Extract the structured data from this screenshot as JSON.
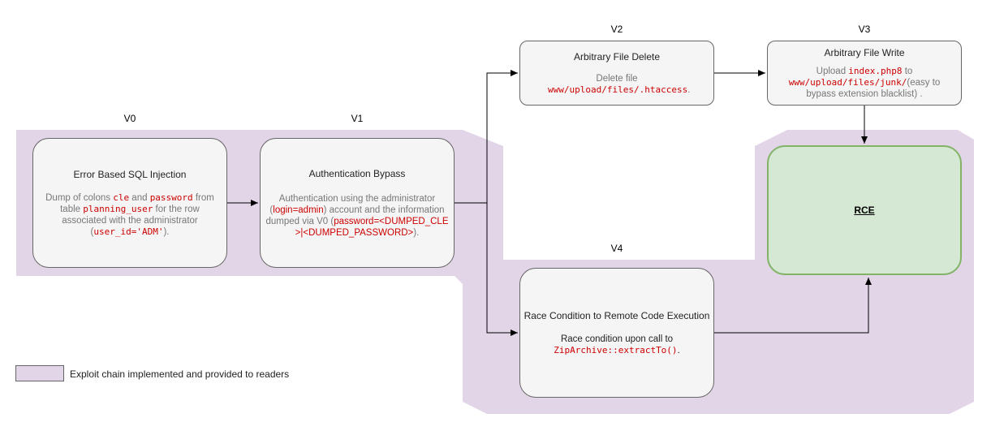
{
  "stages": {
    "v0": "V0",
    "v1": "V1",
    "v2": "V2",
    "v3": "V3",
    "v4": "V4"
  },
  "boxes": {
    "v0": {
      "title": "Error Based SQL Injection",
      "d1": "Dump of colons ",
      "c1": "cle",
      "d2": " and ",
      "c2": "password",
      "d3": " from table ",
      "c3": "planning_user",
      "d4": " for the row associated with the administrator (",
      "c4": "user_id='ADM'",
      "d5": ")."
    },
    "v1": {
      "title": "Authentication Bypass",
      "d1": "Authentication using the administrator (",
      "r1": "login=admin",
      "d2": ") account and the information dumped via V0 (",
      "r2": "password=<DUMPED_CLE>|<DUMPED_PASSWORD>",
      "d3": ")."
    },
    "v2": {
      "title": "Arbitrary File Delete",
      "d1": "Delete file ",
      "c1": "www/upload/files/.htaccess",
      "d2": "."
    },
    "v3": {
      "title": "Arbitrary File Write",
      "d1": "Upload ",
      "c1": "index.php8",
      "d2": " to ",
      "c2": "www/upload/files/junk/",
      "d3": "(easy to bypass extension blacklist) ."
    },
    "v4": {
      "title": "Race Condition to Remote Code Execution",
      "d1": "Race condition upon call to ",
      "c1": "ZipArchive::extractTo()",
      "d2": "."
    },
    "rce": "RCE"
  },
  "legend": {
    "label": "Exploit chain implemented and provided to readers"
  },
  "colors": {
    "chain_fill": "#e1d5e7",
    "box_fill": "#f5f5f5",
    "box_stroke": "#666666",
    "rce_fill": "#d5e8d4",
    "rce_stroke": "#82b366",
    "highlight": "#cc0000"
  }
}
